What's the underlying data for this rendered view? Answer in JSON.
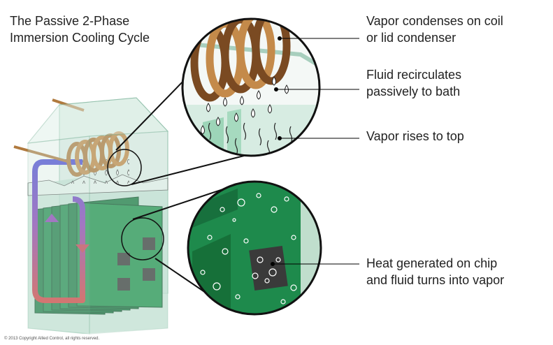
{
  "title": {
    "line1": "The Passive 2-Phase",
    "line2": "Immersion Cooling Cycle"
  },
  "callouts": [
    {
      "line1": "Vapor condenses on coil",
      "line2": "or lid condenser"
    },
    {
      "line1": "Fluid recirculates",
      "line2": "passively to bath"
    },
    {
      "line1": "Vapor rises to top",
      "line2": ""
    },
    {
      "line1": "Heat generated on chip",
      "line2": "and fluid turns into vapor"
    }
  ],
  "copyright": "© 2013 Copyright Allied Control, all rights reserved.",
  "colors": {
    "tank_glass": "#cfe6dc",
    "fluid": "#bfe0d2",
    "circuit_board": "#1e8a4c",
    "chip": "#3a3a3a",
    "coil_copper": "#b07a3e",
    "cycle_cool": "#4a47d6",
    "cycle_hot": "#d43a3a",
    "callout_line": "#000000"
  }
}
